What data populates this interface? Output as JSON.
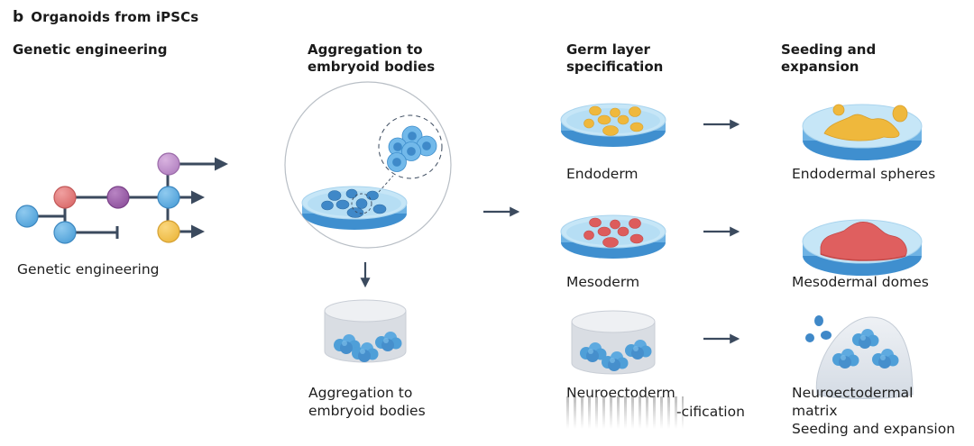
{
  "panel": {
    "letter": "b",
    "title": "Organoids from iPSCs"
  },
  "columns": [
    {
      "id": "genetic",
      "title_lines": [
        "Genetic engineering"
      ]
    },
    {
      "id": "aggregation",
      "title_lines": [
        "Aggregation to",
        "embryoid bodies"
      ]
    },
    {
      "id": "germ",
      "title_lines": [
        "Germ layer",
        "specification"
      ]
    },
    {
      "id": "seeding",
      "title_lines": [
        "Seeding and",
        "expansion"
      ]
    }
  ],
  "captions": {
    "genetic": "Genetic engineering",
    "aggregation": [
      "Aggregation to",
      "embryoid bodies"
    ],
    "endoderm": "Endoderm",
    "mesoderm": "Mesoderm",
    "neuroectoderm": "Neuroectoderm",
    "neuro_overlap": "-cification",
    "endodermal_spheres": "Endodermal spheres",
    "mesodermal_domes": "Mesodermal domes",
    "neuro_result": [
      "Neuroectodermal",
      "matrix",
      "Seeding and expansion"
    ]
  },
  "colors": {
    "cell_blue": "#5aaee3",
    "node_red": "#e47a7a",
    "node_purple": "#9b5fa8",
    "node_lilac": "#c190cc",
    "node_yellow": "#f2c24f",
    "dish_light": "#bfe3f6",
    "dish_rim": "#4a9ad6",
    "endoderm_yellow": "#f0b93a",
    "mesoderm_red": "#df5f5f",
    "matrix_grey": "#dde3ea",
    "arrow": "#3b4a5e"
  }
}
